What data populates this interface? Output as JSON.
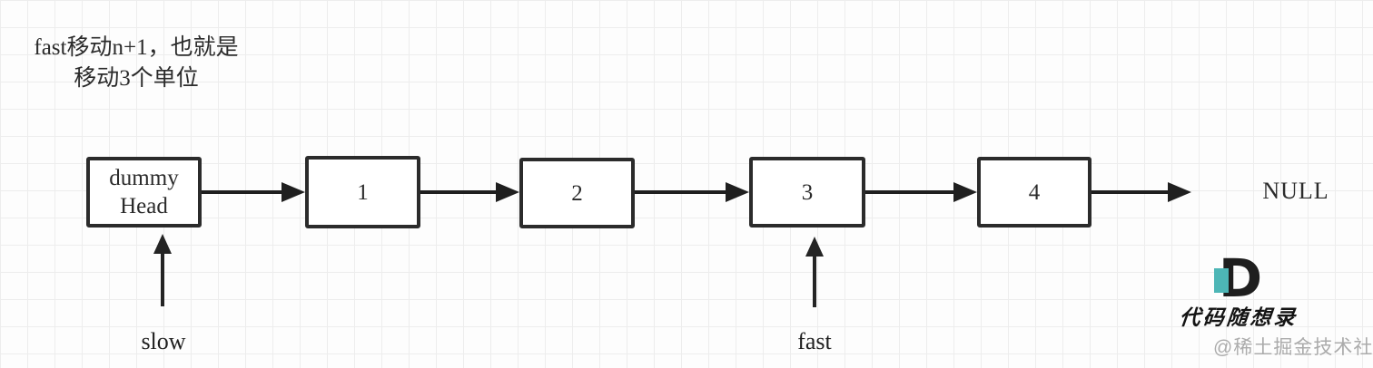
{
  "annotation": {
    "line1": "fast移动n+1，也就是",
    "line2": "移动3个单位"
  },
  "list": {
    "nodes": [
      {
        "id": "dummy-head",
        "label": "dummy\nHead"
      },
      {
        "id": "node-1",
        "label": "1"
      },
      {
        "id": "node-2",
        "label": "2"
      },
      {
        "id": "node-3",
        "label": "3"
      },
      {
        "id": "node-4",
        "label": "4"
      }
    ],
    "terminator": "NULL"
  },
  "pointers": {
    "slow_label": "slow",
    "fast_label": "fast"
  },
  "watermark": {
    "logo_letter": "D",
    "logo_text": "代码随想录",
    "community": "@稀土掘金技术社区"
  },
  "colors": {
    "background": "#fdfdfd",
    "grid_line": "#ededed",
    "node_border": "#2b2b2b",
    "arrow": "#1f1f1f",
    "logo_accent": "#4db6b6",
    "logo_dark": "#1e1e1e",
    "watermark_gray": "#ababab"
  }
}
